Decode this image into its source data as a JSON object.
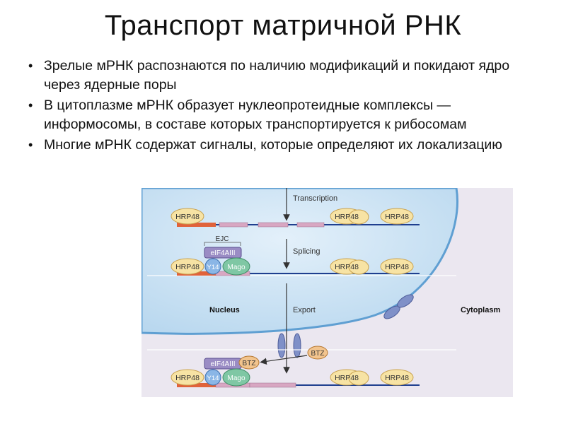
{
  "slide": {
    "title": "Транспорт матричной РНК",
    "bullets": [
      {
        "text": "Зрелые мРНК распознаются по наличию модификаций и покидают ядро через ядерные поры"
      },
      {
        "text": "В цитоплазме мРНК образует нуклеопротеидные комплексы — информосомы, в составе которых транспортируется к рибосомам"
      },
      {
        "text": "Многие мРНК содержат сигналы, которые определяют их локализацию"
      }
    ]
  },
  "figure": {
    "steps": {
      "transcription": "Transcription",
      "splicing": "Splicing",
      "export": "Export"
    },
    "regions": {
      "nucleus": "Nucleus",
      "cytoplasm": "Cytoplasm"
    },
    "proteins": {
      "hrp48": "HRP48",
      "ejc": "EJC",
      "eif4aiii": "eIF4AIII",
      "y14": "Y14",
      "mago": "Mago",
      "btz": "BTZ"
    },
    "colors": {
      "nucleus_fill": "#c4def0",
      "nucleus_edge": "#6aa6d6",
      "cytoplasm_bg": "#e9e5ee",
      "hrp48_fill": "#f7e3a4",
      "mrna_segment": "#d8a7c2",
      "red_segment": "#e0623a",
      "eif4aiii_fill": "#9a8cc4",
      "y14_fill": "#8ab6e6",
      "mago_fill": "#7fc7a4",
      "pore_fill": "#7f90c8"
    }
  }
}
